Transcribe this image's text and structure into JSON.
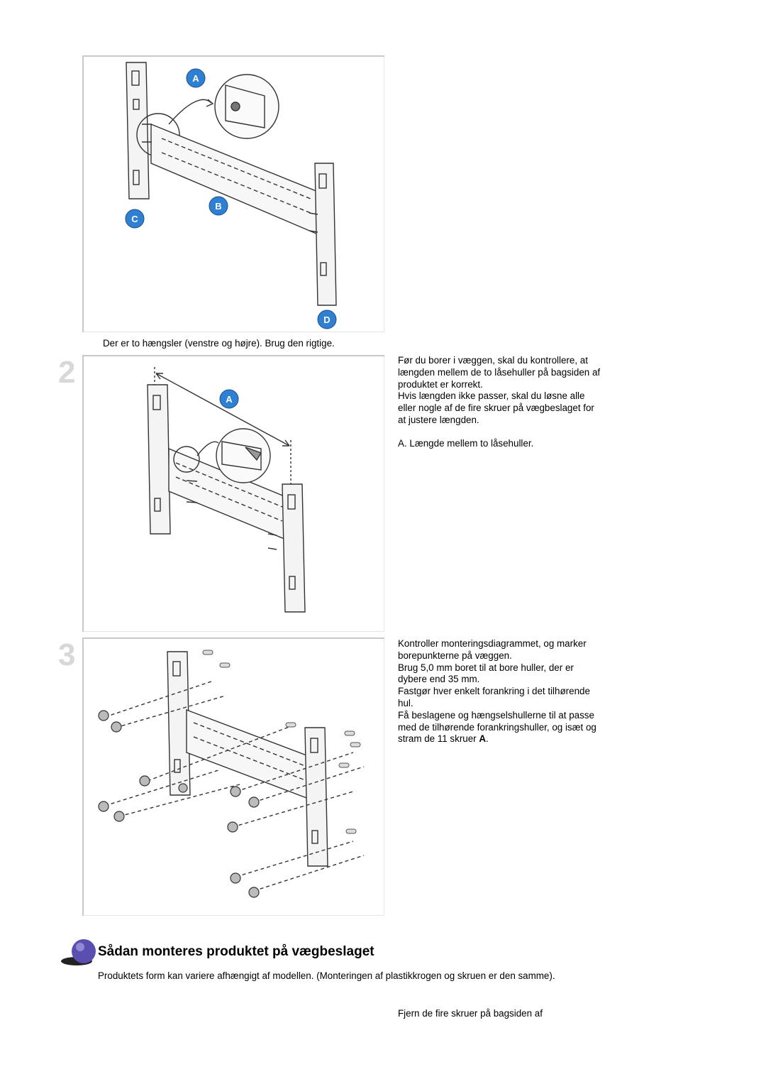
{
  "figure1": {
    "callouts": [
      "A",
      "B",
      "C",
      "D"
    ],
    "caption": "Der er to hængsler (venstre og højre). Brug den rigtige."
  },
  "step2": {
    "number": "2",
    "callout": "A",
    "paragraph_1": "Før du borer i væggen, skal du kontrollere, at\nlængden mellem de to låsehuller på bagsiden af\nproduktet er korrekt.\nHvis længden ikke passer, skal du løsne alle\neller nogle af de fire skruer på vægbeslaget for\nat justere længden.",
    "note": "A. Længde mellem to låsehuller."
  },
  "step3": {
    "number": "3",
    "paragraph": "Kontroller monteringsdiagrammet, og marker\nborepunkterne på væggen.\nBrug 5,0 mm boret til at bore huller, der er\ndybere end 35 mm.\nFastgør hver enkelt forankring i det tilhørende\nhul.\nFå beslagene og hængselshullerne til at passe\nmed de tilhørende forankringshuller, og isæt og\nstram de 11 skruer ",
    "bold_letter": "A",
    "end": "."
  },
  "section": {
    "title": "Sådan monteres produktet på vægbeslaget",
    "intro": "Produktets form kan variere afhængigt af modellen. (Monteringen af plastikkrogen og skruen er den samme).",
    "step_text": "Fjern de fire skruer på bagsiden af"
  },
  "colors": {
    "callout_blue": "#2f7fd3",
    "icon_purple": "#5a4fb0",
    "text": "#000000"
  }
}
